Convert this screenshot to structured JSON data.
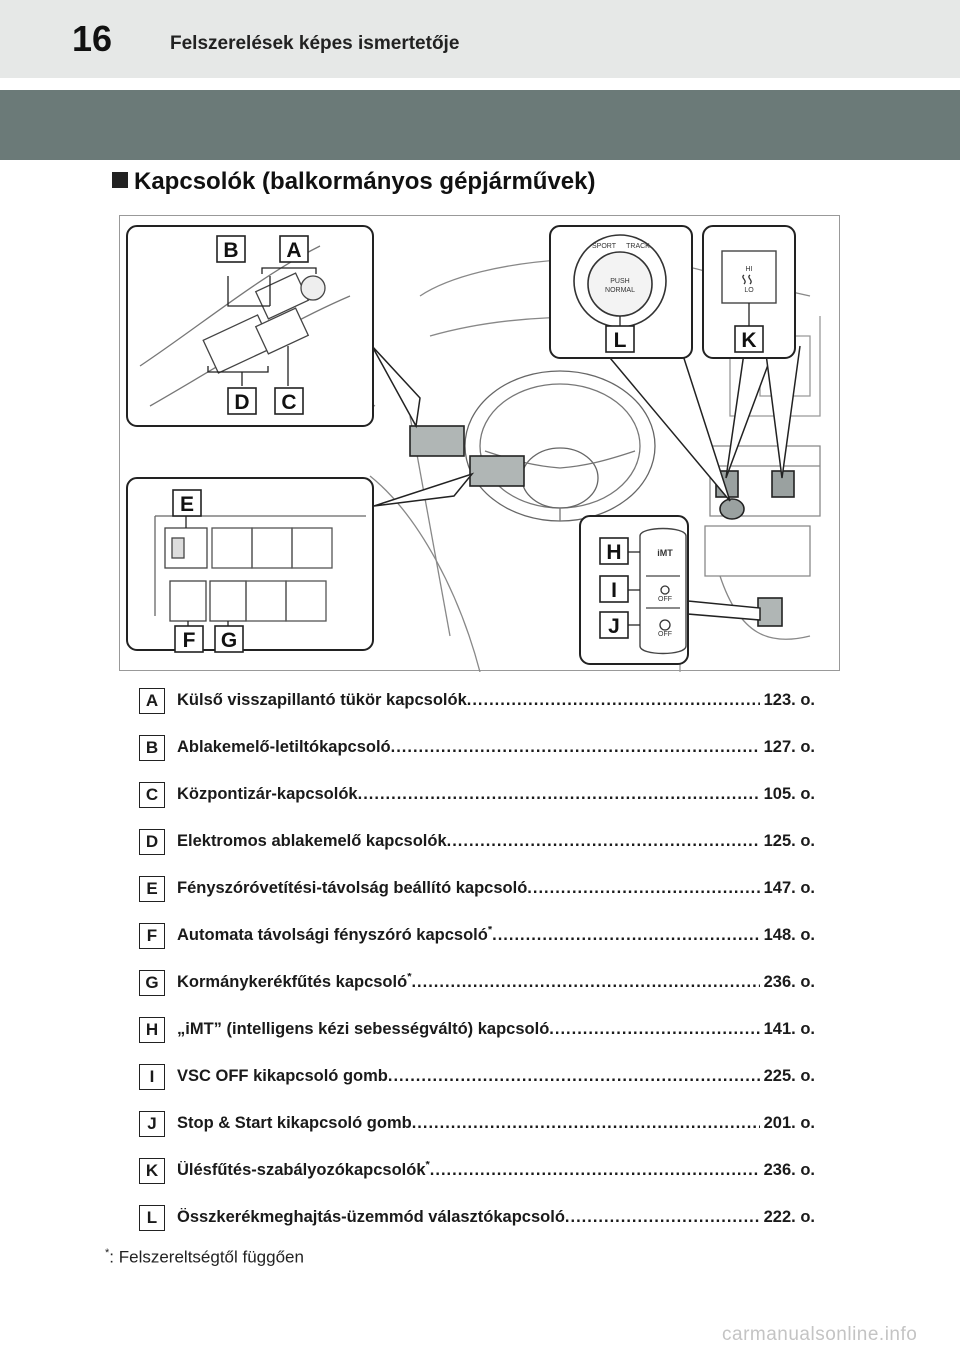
{
  "header": {
    "page_number": "16",
    "title": "Felszerelések képes ismertetője"
  },
  "section": {
    "title": "Kapcsolók (balkormányos gépjárművek)"
  },
  "figure": {
    "callouts": [
      "A",
      "B",
      "C",
      "D",
      "E",
      "F",
      "G",
      "H",
      "I",
      "J",
      "K",
      "L"
    ],
    "drive_mode_knob": {
      "top_left": "SPORT",
      "top_right": "TRACK",
      "line1": "PUSH",
      "line2": "NORMAL"
    },
    "seat_heater": {
      "hi": "HI",
      "lo": "LO"
    },
    "panel_buttons": {
      "imt": "iMT",
      "off1": "OFF",
      "off2": "OFF"
    }
  },
  "items": [
    {
      "letter": "A",
      "label": "Külső visszapillantó tükör kapcsolók",
      "star": "",
      "page": "123. o."
    },
    {
      "letter": "B",
      "label": "Ablakemelő-letiltókapcsoló",
      "star": "",
      "page": "127. o."
    },
    {
      "letter": "C",
      "label": "Központizár-kapcsolók",
      "star": "",
      "page": "105. o."
    },
    {
      "letter": "D",
      "label": "Elektromos ablakemelő kapcsolók",
      "star": "",
      "page": "125. o."
    },
    {
      "letter": "E",
      "label": "Fényszóróvetítési-távolság beállító kapcsoló",
      "star": "",
      "page": "147. o."
    },
    {
      "letter": "F",
      "label": "Automata távolsági fényszóró kapcsoló",
      "star": "*",
      "page": "148. o."
    },
    {
      "letter": "G",
      "label": "Kormánykerékfűtés kapcsoló",
      "star": "*",
      "page": "236. o."
    },
    {
      "letter": "H",
      "label": "„iMT” (intelligens kézi sebességváltó) kapcsoló",
      "star": "",
      "page": "141. o."
    },
    {
      "letter": "I",
      "label": "VSC OFF kikapcsoló gomb",
      "star": "",
      "page": "225. o."
    },
    {
      "letter": "J",
      "label": "Stop & Start kikapcsoló gomb",
      "star": "",
      "page": "201. o."
    },
    {
      "letter": "K",
      "label": "Ülésfűtés-szabályozókapcsolók",
      "star": "*",
      "page": "236. o."
    },
    {
      "letter": "L",
      "label": "Összkerékmeghajtás-üzemmód választókapcsoló",
      "star": "",
      "page": "222. o."
    }
  ],
  "footnote": {
    "star": "*",
    "text": ": Felszereltségtől függően"
  },
  "watermark": "carmanualsonline.info"
}
